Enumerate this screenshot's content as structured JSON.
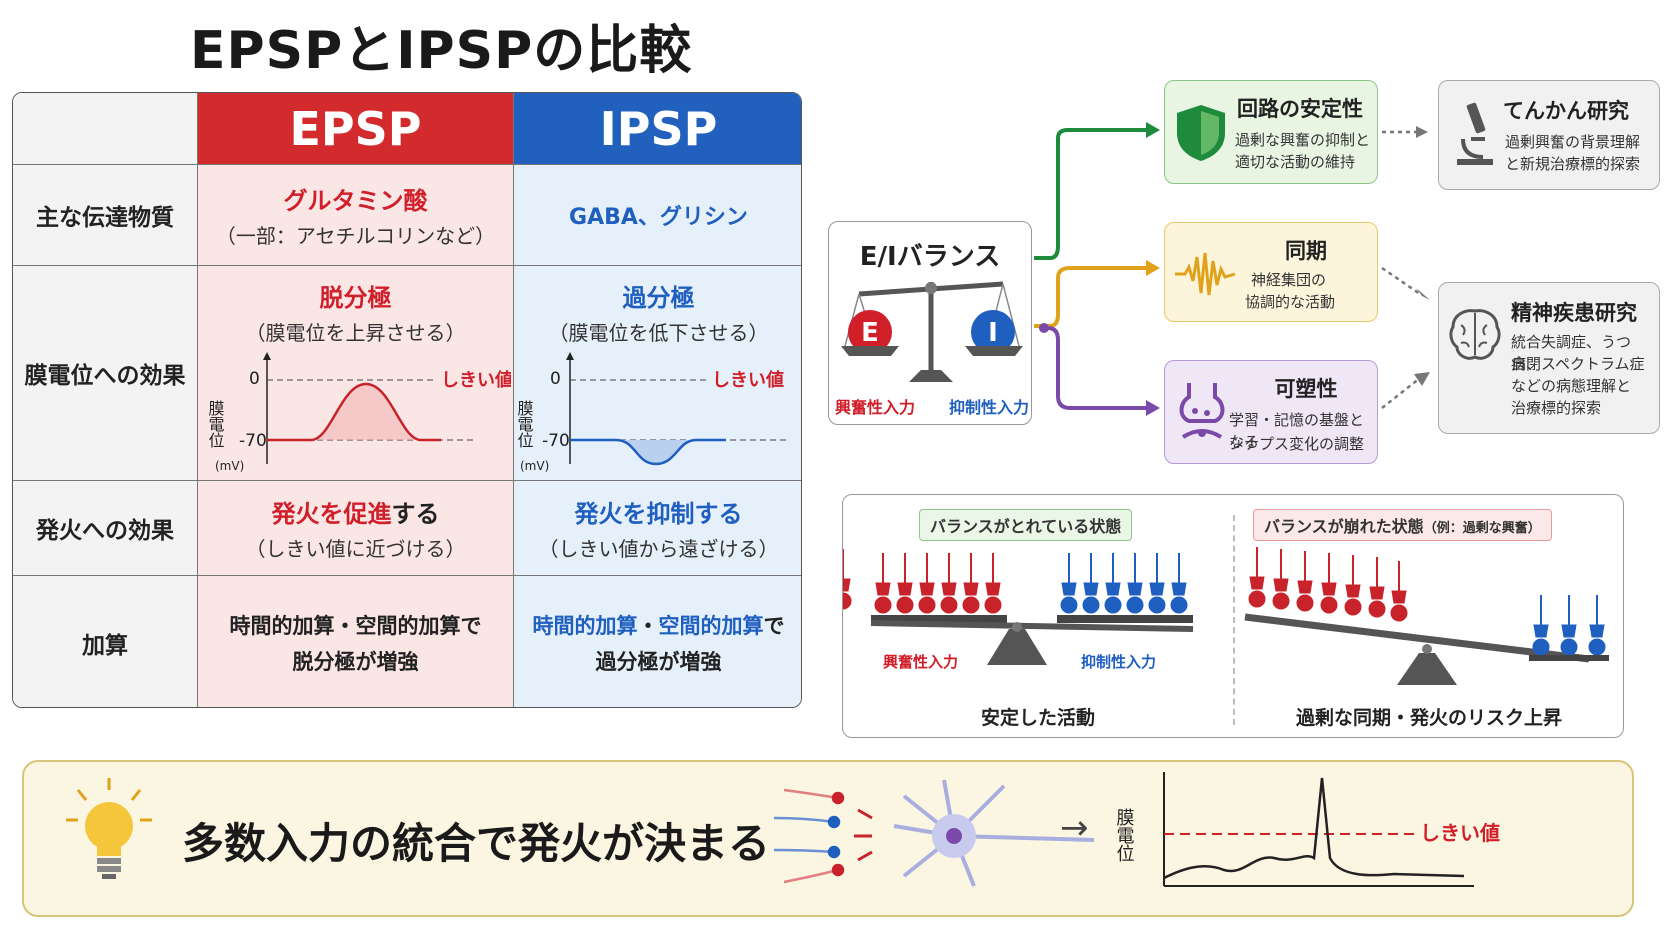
{
  "title": "EPSPとIPSPの比較",
  "table": {
    "head_epsp": "EPSP",
    "head_ipsp": "IPSP",
    "rows": [
      {
        "label": "主な伝達物質",
        "epsp_main": "グルタミン酸",
        "epsp_sub": "（一部：アセチルコリンなど）",
        "ipsp_main": "GABA、グリシン"
      },
      {
        "label": "膜電位への効果",
        "epsp_main": "脱分極",
        "epsp_sub": "（膜電位を上昇させる）",
        "ipsp_main": "過分極",
        "ipsp_sub": "（膜電位を低下させる）"
      },
      {
        "label": "発火への効果",
        "epsp_main": "発火を促進",
        "epsp_main_tail": "する",
        "epsp_sub": "（しきい値に近づける）",
        "ipsp_main": "発火を抑制する",
        "ipsp_sub": "（しきい値から遠ざける）"
      },
      {
        "label": "加算",
        "epsp_line1": "時間的加算・空間的加算で",
        "epsp_line2": "脱分極が増強",
        "ipsp_a": "時間的加算",
        "ipsp_dot": "・",
        "ipsp_b": "空間的加算",
        "ipsp_c": "で",
        "ipsp_line2": "過分極が増強"
      }
    ],
    "graph": {
      "zero": "0",
      "minus70": "-70",
      "unit": "(mV)",
      "ylabel": "膜電位",
      "threshold": "しきい値"
    }
  },
  "ei": {
    "title": "E/Iバランス",
    "e": "E",
    "i": "I",
    "e_label": "興奮性入力",
    "i_label": "抑制性入力"
  },
  "outcomes": [
    {
      "title": "回路の安定性",
      "desc1": "過剰な興奮の抑制と",
      "desc2": "適切な活動の維持"
    },
    {
      "title": "同期",
      "desc1": "神経集団の",
      "desc2": "協調的な活動"
    },
    {
      "title": "可塑性",
      "desc1": "学習・記憶の基盤となる",
      "desc2": "シナプス変化の調整"
    }
  ],
  "research": [
    {
      "title": "てんかん研究",
      "desc1": "過剰興奮の背景理解",
      "desc2": "と新規治療標的探索"
    },
    {
      "title": "精神疾患研究",
      "desc1": "統合失調症、うつ病、",
      "desc2": "自閉スペクトラム症",
      "desc3": "などの病態理解と",
      "desc4": "治療標的探索"
    }
  ],
  "seesaw": {
    "balanced_tag": "バランスがとれている状態",
    "balanced_exc": "興奮性入力",
    "balanced_inh": "抑制性入力",
    "balanced_caption": "安定した活動",
    "imbalanced_tag": "バランスが崩れた状態",
    "imbalanced_tag_note": "（例：過剰な興奮）",
    "imbalanced_caption": "過剰な同期・発火のリスク上昇"
  },
  "bottom": {
    "text": "多数入力の統合で発火が決まる",
    "ylabel": "膜電位",
    "threshold": "しきい値",
    "arrow": "→"
  },
  "colors": {
    "red": "#d11f2a",
    "blue": "#1f5fc0",
    "green": "#1e8a3c",
    "yellow": "#e0a21b",
    "purple": "#7b4aa8"
  }
}
